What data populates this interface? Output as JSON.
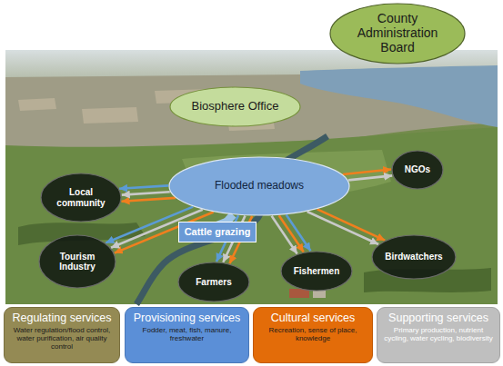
{
  "diagram": {
    "nodes": [
      {
        "text": [
          "County Administration Board"
        ]
      },
      {
        "text": [
          "Biosphere Office"
        ]
      },
      {
        "text": [
          "Flooded meadows"
        ]
      },
      {
        "text": [
          "NGOs"
        ]
      },
      {
        "text": [
          "Local community"
        ]
      },
      {
        "text": [
          "Cattle grazing"
        ]
      },
      {
        "text": [
          "Birdwatchers"
        ]
      },
      {
        "text": [
          "Tourism Industry"
        ]
      },
      {
        "text": [
          "Farmers"
        ]
      },
      {
        "text": [
          "Fishermen"
        ]
      },
      {
        "text": [
          "Regulating services",
          "Water regulation/flood control, water purification, air quality control"
        ]
      },
      {
        "text": [
          "Provisioning services",
          "Fodder, meat, fish, manure, freshwater"
        ]
      },
      {
        "text": [
          "Cultural services",
          "Recreation, sense of place, knowledge"
        ]
      },
      {
        "text": [
          "Supporting services",
          "Primary production, nutrient cycling, water cycling, biodiversity"
        ]
      }
    ],
    "edges": [
      {
        "from": 2,
        "to": 4,
        "arrow": "to"
      },
      {
        "from": 2,
        "to": 4,
        "arrow": "to"
      },
      {
        "from": 2,
        "to": 4,
        "arrow": "to"
      },
      {
        "from": 2,
        "to": 7,
        "arrow": "to"
      },
      {
        "from": 2,
        "to": 7,
        "arrow": "to"
      },
      {
        "from": 2,
        "to": 7,
        "arrow": "to"
      },
      {
        "from": 2,
        "to": 8,
        "arrow": "to"
      },
      {
        "from": 2,
        "to": 8,
        "arrow": "to"
      },
      {
        "from": 2,
        "to": 8,
        "arrow": "to"
      },
      {
        "from": 2,
        "to": 9,
        "arrow": "to"
      },
      {
        "from": 2,
        "to": 9,
        "arrow": "to"
      },
      {
        "from": 2,
        "to": 9,
        "arrow": "to"
      },
      {
        "from": 2,
        "to": 6,
        "arrow": "to"
      },
      {
        "from": 2,
        "to": 6,
        "arrow": "to"
      },
      {
        "from": 2,
        "to": 3,
        "arrow": "to"
      },
      {
        "from": 2,
        "to": 3,
        "arrow": "to"
      },
      {
        "from": 5,
        "to": 2,
        "arrow": "to"
      }
    ]
  }
}
